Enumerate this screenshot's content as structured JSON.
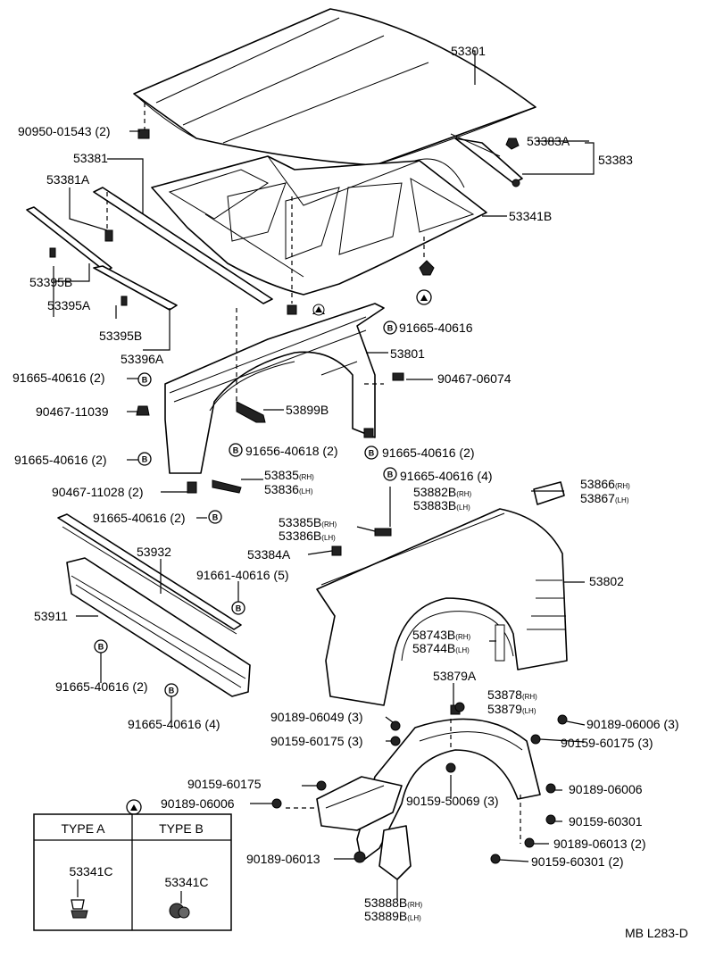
{
  "diagram_code": "MB L283-D",
  "type_table": {
    "headers": [
      "TYPE A",
      "TYPE B"
    ],
    "cells": [
      "53341C",
      "53341C"
    ]
  },
  "labels": {
    "l53301": "53301",
    "l90950": "90950-01543 (2)",
    "l53383A": "53383A",
    "l53383": "53383",
    "l53381": "53381",
    "l53381A": "53381A",
    "l53341B": "53341B",
    "l53395B_1": "53395B",
    "l53395A": "53395A",
    "l53395B_2": "53395B",
    "l53396A": "53396A",
    "l91665_a": "91665-40616",
    "l53801": "53801",
    "l91665_b": "91665-40616 (2)",
    "l90467_06074": "90467-06074",
    "l90467_11039": "90467-11039",
    "l53899B": "53899B",
    "l91656": "91656-40618 (2)",
    "l91665_c": "91665-40616 (2)",
    "l91665_d": "91665-40616 (2)",
    "l53835": "53835",
    "l53836": "53836",
    "l90467_11028": "90467-11028 (2)",
    "l91665_e": "91665-40616 (4)",
    "l91665_f": "91665-40616 (2)",
    "l53866": "53866",
    "l53867": "53867",
    "l53882B": "53882B",
    "l53883B": "53883B",
    "l53385B": "53385B",
    "l53386B": "53386B",
    "l53384A": "53384A",
    "l53932": "53932",
    "l91661": "91661-40616 (5)",
    "l53802": "53802",
    "l53911": "53911",
    "l58743B": "58743B",
    "l58744B": "58744B",
    "l91665_g": "91665-40616 (2)",
    "l91665_h": "91665-40616 (4)",
    "l53879A": "53879A",
    "l53878": "53878",
    "l53879": "53879",
    "l90189_06049": "90189-06049 (3)",
    "l90159_60175_a": "90159-60175 (3)",
    "l90189_06006_a": "90189-06006 (3)",
    "l90159_60175_b": "90159-60175 (3)",
    "l90159_60175_c": "90159-60175",
    "l90189_06006_b": "90189-06006",
    "l90159_50069": "90159-50069 (3)",
    "l90189_06006_c": "90189-06006",
    "l90159_60301_a": "90159-60301",
    "l90189_06013_a": "90189-06013 (2)",
    "l90189_06013_b": "90189-06013",
    "l90159_60301_b": "90159-60301 (2)",
    "l53888B": "53888B",
    "l53889B": "53889B"
  },
  "suffix": {
    "rh": "(RH)",
    "lh": "(LH)"
  },
  "callout_letter": "B",
  "icons": [
    "bolt-icon",
    "clip-icon",
    "triangle-marker-icon",
    "circle-b-marker-icon"
  ]
}
